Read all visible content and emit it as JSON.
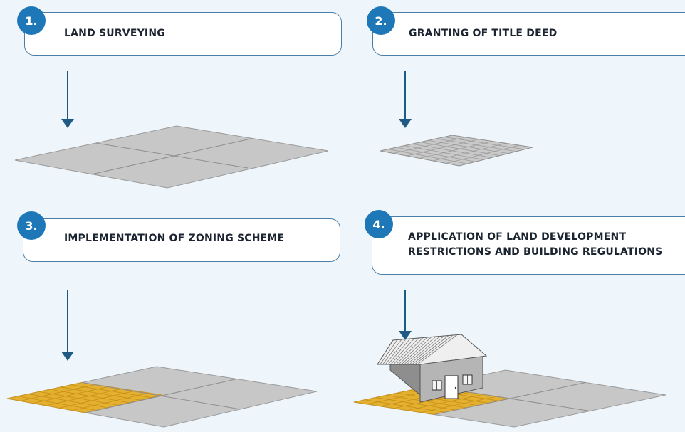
{
  "colors": {
    "background": "#eef6fb",
    "box_border": "#4a7ea8",
    "badge": "#1e78b7",
    "arrow": "#1e5a84",
    "parcel": "#c7c7c7",
    "parcel_lines": "#9a9a9a",
    "zoning_yellow": "#e4b030",
    "house_wall": "#b5b5b5",
    "house_roof": "#efefef"
  },
  "steps": [
    {
      "number": "1.",
      "label": "LAND SURVEYING",
      "illustration": "parcel-four-plots"
    },
    {
      "number": "2.",
      "label": "GRANTING OF TITLE DEED",
      "illustration": "subdivided-grid-parcel"
    },
    {
      "number": "3.",
      "label": "IMPLEMENTATION OF ZONING SCHEME",
      "illustration": "parcel-with-zoned-plot"
    },
    {
      "number": "4.",
      "label_line1": "APPLICATION OF LAND DEVELOPMENT",
      "label_line2": "RESTRICTIONS AND BUILDING REGULATIONS",
      "illustration": "parcel-with-house"
    }
  ]
}
